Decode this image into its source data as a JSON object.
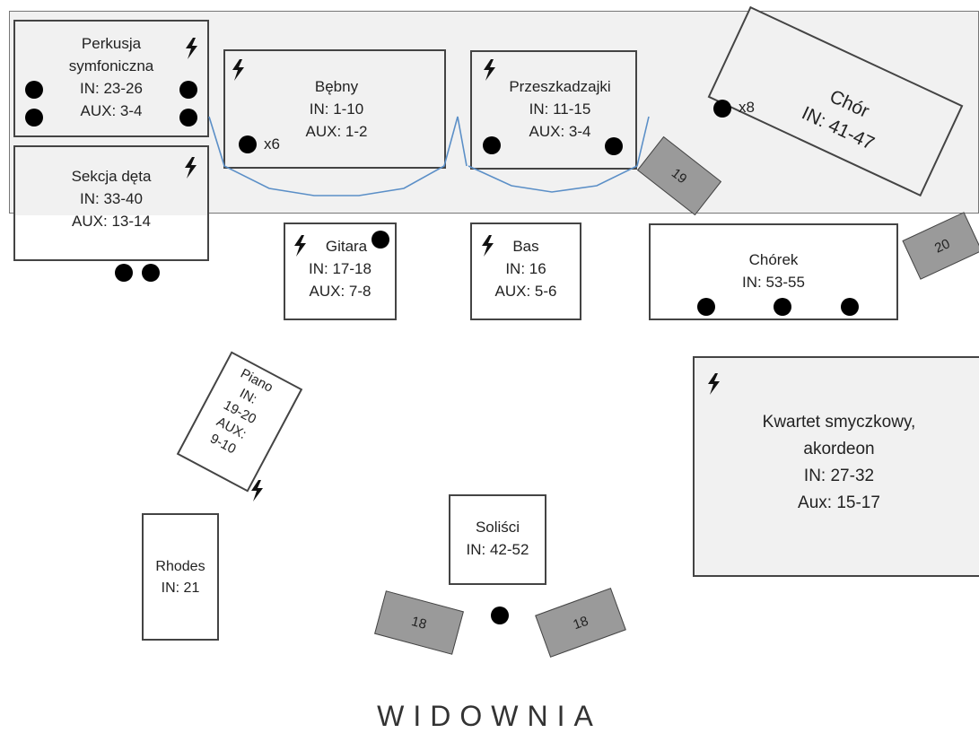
{
  "stage": {
    "perkusja": {
      "name": "Perkusja",
      "name2": "symfoniczna",
      "in": "IN: 23-26",
      "aux": "AUX: 3-4"
    },
    "bebny": {
      "name": "Bębny",
      "in": "IN: 1-10",
      "aux": "AUX: 1-2",
      "mic_count": "x6"
    },
    "przeszkadzajki": {
      "name": "Przeszkadzajki",
      "in": "IN: 11-15",
      "aux": "AUX: 3-4"
    },
    "chor": {
      "name": "Chór",
      "in": "IN: 41-47",
      "mic_count": "x8"
    },
    "sekcja_deta": {
      "name": "Sekcja dęta",
      "in": "IN: 33-40",
      "aux": "AUX: 13-14"
    },
    "gitara": {
      "name": "Gitara",
      "in": "IN: 17-18",
      "aux": "AUX: 7-8"
    },
    "bas": {
      "name": "Bas",
      "in": "IN: 16",
      "aux": "AUX: 5-6"
    },
    "chorek": {
      "name": "Chórek",
      "in": "IN: 53-55"
    },
    "piano": {
      "name": "Piano",
      "in_label": "IN:",
      "in": "19-20",
      "aux_label": "AUX:",
      "aux": "9-10"
    },
    "kwartet": {
      "name": "Kwartet smyczkowy,",
      "name2": "akordeon",
      "in": "IN: 27-32",
      "aux": "Aux: 15-17"
    },
    "rhodes": {
      "name": "Rhodes",
      "in": "IN: 21"
    },
    "solisci": {
      "name": "Soliści",
      "in": "IN: 42-52"
    }
  },
  "monitors": {
    "m19": "19",
    "m20": "20",
    "m18a": "18",
    "m18b": "18"
  },
  "audience_label": "WIDOWNIA",
  "icons": {
    "power": "lightning-bolt-icon",
    "mic": "microphone-dot-icon"
  },
  "colors": {
    "riser": "#f1f1f1",
    "monitor": "#9a9a9a",
    "cable": "#5b8fc7",
    "outline": "#444444"
  }
}
